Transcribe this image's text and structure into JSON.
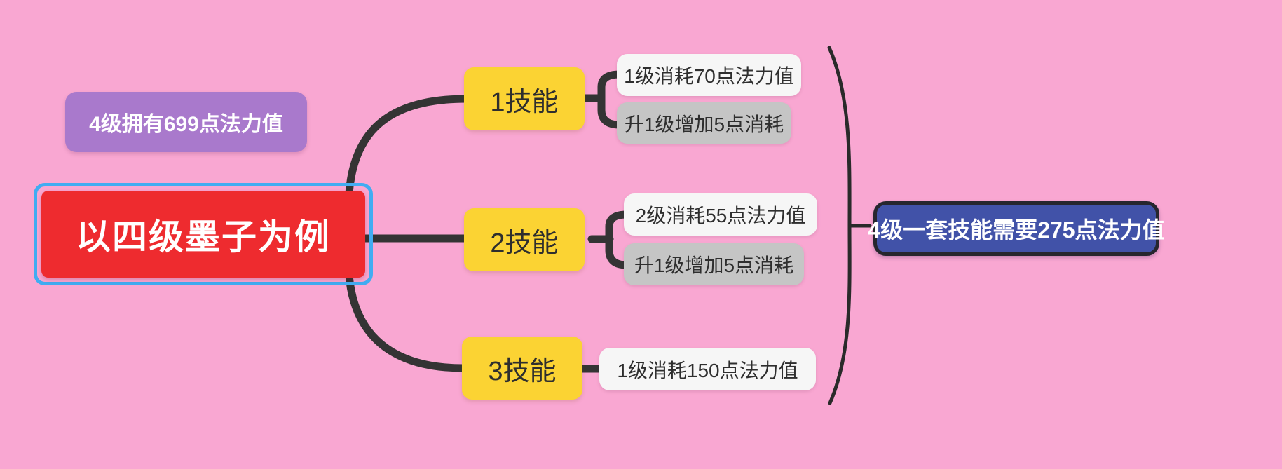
{
  "canvas": {
    "kind": "mind-map"
  },
  "floating_topic": {
    "label": "4级拥有699点法力值"
  },
  "root_topic": {
    "label": "以四级墨子为例",
    "selected": true
  },
  "branches": [
    {
      "label": "1技能",
      "children": [
        {
          "label": "1级消耗70点法力值",
          "variant": "light"
        },
        {
          "label": "升1级增加5点消耗",
          "variant": "gray"
        }
      ]
    },
    {
      "label": "2技能",
      "children": [
        {
          "label": "2级消耗55点法力值",
          "variant": "light"
        },
        {
          "label": "升1级增加5点消耗",
          "variant": "gray"
        }
      ]
    },
    {
      "label": "3技能",
      "children": [
        {
          "label": "1级消耗150点法力值",
          "variant": "light"
        }
      ]
    }
  ],
  "summary_topic": {
    "label": "4级一套技能需要275点法力值"
  },
  "colors": {
    "background": "#F9A7D2",
    "floating_fill": "#A979CC",
    "root_fill": "#EE2B2F",
    "selection_outline": "#41ACF2",
    "branch_fill": "#FBD333",
    "child_light_fill": "#F6F6F6",
    "child_gray_fill": "#C5C5C5",
    "summary_fill": "#4152A8",
    "summary_border": "#26262E",
    "connector": "#343434",
    "bracket": "#2A2A2A",
    "dark_text": "#2E2E2E",
    "light_text": "#FFFFFF"
  }
}
